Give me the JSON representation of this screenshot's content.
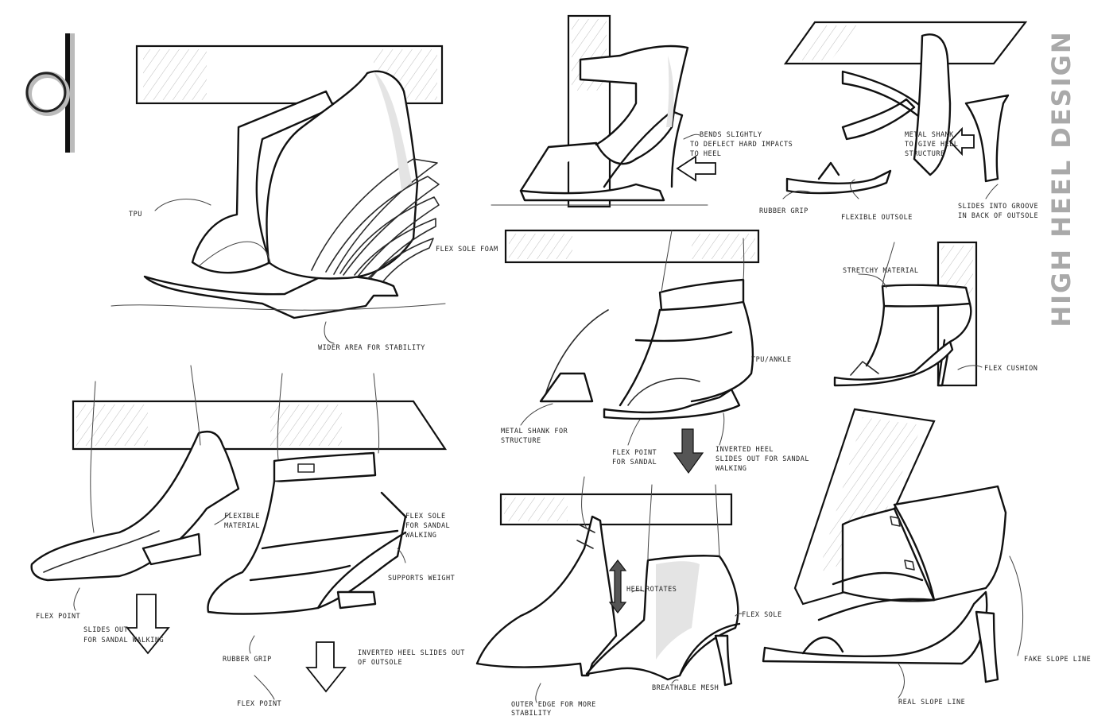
{
  "title": "HIGH HEEL DESIGN",
  "logo": {
    "mark": "q-monogram-logo"
  },
  "colors": {
    "ink": "#2a2a2a",
    "title": "#a9a9a9",
    "background": "#ffffff",
    "shade": "#e4e4e4"
  },
  "sketches": {
    "wedge": {
      "annotations": {
        "tpu": "TPU",
        "flex_foam": "FLEX SOLE FOAM",
        "wider": "WIDER AREA FOR STABILITY"
      }
    },
    "ankle_boot": {
      "annotations": {
        "bends_1": "BENDS SLIGHTLY",
        "bends_2": "TO DEFLECT HARD IMPACTS",
        "bends_3": "TO HEEL"
      }
    },
    "strappy": {
      "annotations": {
        "metal_1": "METAL SHANK",
        "metal_2": "TO GIVE HEEL",
        "metal_3": "STRUCTURE",
        "rubber": "RUBBER GRIP",
        "flexible": "FLEXIBLE OUTSOLE",
        "slides_1": "SLIDES INTO GROOVE",
        "slides_2": "IN BACK OF OUTSOLE"
      }
    },
    "center_sandal": {
      "annotations": {
        "tpu": "TPU/ANKLE",
        "metal_1": "METAL SHANK FOR",
        "metal_2": "STRUCTURE",
        "flex_1": "FLEX POINT",
        "flex_2": "FOR SANDAL",
        "inv_1": "INVERTED HEEL",
        "inv_2": "SLIDES OUT FOR SANDAL",
        "inv_3": "WALKING"
      }
    },
    "small_sandal": {
      "annotations": {
        "stretch": "STRETCHY MATERIAL",
        "flex": "FLEX CUSHION"
      }
    },
    "pump_pair": {
      "annotations": {
        "flexible_1": "FLEXIBLE",
        "flexible_2": "MATERIAL",
        "flex_sole_1": "FLEX SOLE",
        "flex_sole_2": "FOR SANDAL",
        "flex_sole_3": "WALKING",
        "supports": "SUPPORTS WEIGHT",
        "flex_point": "FLEX POINT",
        "slides_1": "SLIDES OUT",
        "slides_2": "FOR SANDAL WALKING",
        "rubber": "RUBBER GRIP",
        "inverted_1": "INVERTED HEEL SLIDES OUT",
        "inverted_2": "OF OUTSOLE",
        "flex_point_2": "FLEX POINT"
      }
    },
    "center_bottom": {
      "annotations": {
        "heel_1": "HEEL",
        "heel_2": "ROTATES",
        "flex_sole": "FLEX SOLE",
        "breathable": "BREATHABLE MESH",
        "outer_1": "OUTER EDGE FOR MORE",
        "outer_2": "STABILITY"
      }
    },
    "big_sandal": {
      "annotations": {
        "fake": "FAKE SLOPE LINE",
        "real": "REAL SLOPE LINE"
      }
    }
  }
}
